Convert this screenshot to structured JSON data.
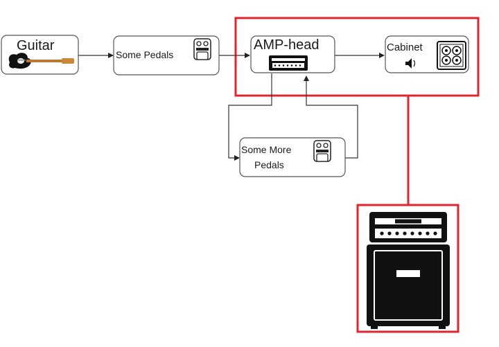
{
  "nodes": {
    "guitar": {
      "label": "Guitar"
    },
    "some_pedals": {
      "label": "Some Pedals"
    },
    "amp_head": {
      "label": "AMP-head"
    },
    "cabinet": {
      "label": "Cabinet"
    },
    "more_pedals": {
      "line1": "Some More",
      "line2": "Pedals"
    }
  },
  "colors": {
    "highlight": "#e0242c",
    "stroke": "#333333",
    "box_border": "#555555"
  },
  "icons": {
    "guitar": "electric-guitar-icon",
    "pedal": "stompbox-pedal-icon",
    "amp_head": "amp-head-icon",
    "cabinet": "speaker-cabinet-icon",
    "speaker": "speaker-volume-icon",
    "full_stack": "amp-stack-icon"
  }
}
